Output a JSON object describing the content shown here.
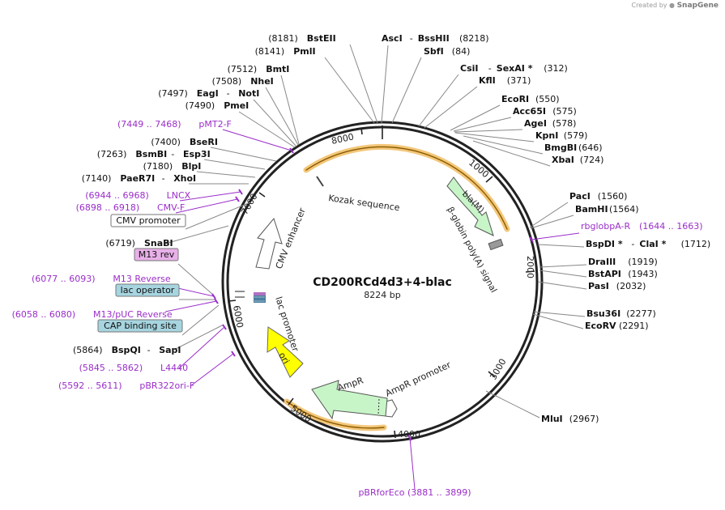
{
  "watermark": {
    "prefix": "Created by",
    "brand": "SnapGene"
  },
  "plasmid": {
    "name": "CD200RCd4d3+4-blac",
    "size_label": "8224 bp",
    "length": 8224
  },
  "ticks": [
    "1000",
    "2000",
    "3000",
    "4000",
    "5000",
    "6000",
    "7000",
    "8000"
  ],
  "features": [
    {
      "id": "f-kozak",
      "name": "Kozak sequence",
      "type": "misc"
    },
    {
      "id": "f-bla",
      "name": "bla(M)",
      "type": "cds",
      "color": "#c8f5c8"
    },
    {
      "id": "f-bglobin",
      "name": "β-globin poly(A) signal",
      "type": "polyA"
    },
    {
      "id": "f-ampr-prom",
      "name": "AmpR promoter",
      "type": "promoter"
    },
    {
      "id": "f-ampr",
      "name": "AmpR",
      "type": "cds",
      "color": "#c8f5c8"
    },
    {
      "id": "f-ori",
      "name": "ori",
      "type": "origin",
      "color": "#ffff00"
    },
    {
      "id": "f-lac-prom",
      "name": "lac promoter",
      "type": "promoter"
    },
    {
      "id": "f-cmv-enh",
      "name": "CMV enhancer",
      "type": "enhancer"
    }
  ],
  "labels": [
    {
      "id": "BstEII",
      "pos": "(8181)",
      "name": "BstEII",
      "kind": "enzyme"
    },
    {
      "id": "PmlI",
      "pos": "(8141)",
      "name": "PmlI",
      "kind": "enzyme"
    },
    {
      "id": "AscI",
      "name": "AscI",
      "name2": "BssHII",
      "pos": "(8218)",
      "kind": "enzyme"
    },
    {
      "id": "SbfI",
      "name": "SbfI",
      "pos": "(84)",
      "kind": "enzyme"
    },
    {
      "id": "CsiI",
      "name": "CsiI",
      "name2": "SexAI *",
      "pos": "(312)",
      "kind": "enzyme"
    },
    {
      "id": "KflI",
      "name": "KflI",
      "pos": "(371)",
      "kind": "enzyme"
    },
    {
      "id": "EcoRI",
      "name": "EcoRI",
      "pos": "(550)",
      "kind": "enzyme"
    },
    {
      "id": "Acc65I",
      "name": "Acc65I",
      "pos": "(575)",
      "kind": "enzyme"
    },
    {
      "id": "AgeI",
      "name": "AgeI",
      "pos": "(578)",
      "kind": "enzyme"
    },
    {
      "id": "KpnI",
      "name": "KpnI",
      "pos": "(579)",
      "kind": "enzyme"
    },
    {
      "id": "BmgBI",
      "name": "BmgBI",
      "pos": "(646)",
      "kind": "enzyme"
    },
    {
      "id": "XbaI",
      "name": "XbaI",
      "pos": "(724)",
      "kind": "enzyme"
    },
    {
      "id": "PacI",
      "name": "PacI",
      "pos": "(1560)",
      "kind": "enzyme"
    },
    {
      "id": "BamHI",
      "name": "BamHI",
      "pos": "(1564)",
      "kind": "enzyme"
    },
    {
      "id": "rbglobpA-R",
      "name": "rbglobpA-R",
      "pos": "(1644 .. 1663)",
      "kind": "primer"
    },
    {
      "id": "BspDI",
      "name": "BspDI *",
      "name2": "ClaI *",
      "pos": "(1712)",
      "kind": "enzyme"
    },
    {
      "id": "DraIII",
      "name": "DraIII",
      "pos": "(1919)",
      "kind": "enzyme"
    },
    {
      "id": "BstAPI",
      "name": "BstAPI",
      "pos": "(1943)",
      "kind": "enzyme"
    },
    {
      "id": "PasI",
      "name": "PasI",
      "pos": "(2032)",
      "kind": "enzyme"
    },
    {
      "id": "Bsu36I",
      "name": "Bsu36I",
      "pos": "(2277)",
      "kind": "enzyme"
    },
    {
      "id": "EcoRV",
      "name": "EcoRV",
      "pos": "(2291)",
      "kind": "enzyme"
    },
    {
      "id": "MluI",
      "name": "MluI",
      "pos": "(2967)",
      "kind": "enzyme"
    },
    {
      "id": "pBRforEco",
      "name": "pBRforEco",
      "pos": "(3881 .. 3899)",
      "kind": "primer"
    },
    {
      "id": "BmtI",
      "pos": "(7512)",
      "name": "BmtI",
      "kind": "enzyme"
    },
    {
      "id": "NheI",
      "pos": "(7508)",
      "name": "NheI",
      "kind": "enzyme"
    },
    {
      "id": "EagI",
      "pos": "(7497)",
      "name": "EagI",
      "name2": "NotI",
      "kind": "enzyme"
    },
    {
      "id": "PmeI",
      "pos": "(7490)",
      "name": "PmeI",
      "kind": "enzyme"
    },
    {
      "id": "pMT2-F",
      "pos": "(7449 .. 7468)",
      "name": "pMT2-F",
      "kind": "primer"
    },
    {
      "id": "BseRI",
      "pos": "(7400)",
      "name": "BseRI",
      "kind": "enzyme"
    },
    {
      "id": "BsmBI",
      "pos": "(7263)",
      "name": "BsmBI",
      "name2": "Esp3I",
      "kind": "enzyme"
    },
    {
      "id": "BlpI",
      "pos": "(7180)",
      "name": "BlpI",
      "kind": "enzyme"
    },
    {
      "id": "PaeR7I",
      "pos": "(7140)",
      "name": "PaeR7I",
      "name2": "XhoI",
      "kind": "enzyme"
    },
    {
      "id": "LNCX",
      "pos": "(6944 .. 6968)",
      "name": "LNCX",
      "kind": "primer"
    },
    {
      "id": "CMV-F",
      "pos": "(6898 .. 6918)",
      "name": "CMV-F",
      "kind": "primer"
    },
    {
      "id": "CMVprom",
      "name": "CMV promoter",
      "kind": "boxed",
      "fill": "#ffffff"
    },
    {
      "id": "SnaBI",
      "pos": "(6719)",
      "name": "SnaBI",
      "kind": "enzyme"
    },
    {
      "id": "M13rev",
      "name": "M13 rev",
      "kind": "boxed",
      "fill": "#e8b0e8"
    },
    {
      "id": "M13Reverse",
      "pos": "(6077 .. 6093)",
      "name": "M13 Reverse",
      "kind": "primer"
    },
    {
      "id": "lacop",
      "name": "lac operator",
      "kind": "boxed",
      "fill": "#a6d5e0"
    },
    {
      "id": "M13pUC",
      "pos": "(6058 .. 6080)",
      "name": "M13/pUC Reverse",
      "kind": "primer"
    },
    {
      "id": "CAP",
      "name": "CAP binding site",
      "kind": "boxed",
      "fill": "#a6d5e0"
    },
    {
      "id": "BspQI",
      "pos": "(5864)",
      "name": "BspQI",
      "name2": "SapI",
      "kind": "enzyme"
    },
    {
      "id": "L4440",
      "pos": "(5845 .. 5862)",
      "name": "L4440",
      "kind": "primer"
    },
    {
      "id": "pBR322ori-F",
      "pos": "(5592 .. 5611)",
      "name": "pBR322ori-F",
      "kind": "primer"
    }
  ]
}
